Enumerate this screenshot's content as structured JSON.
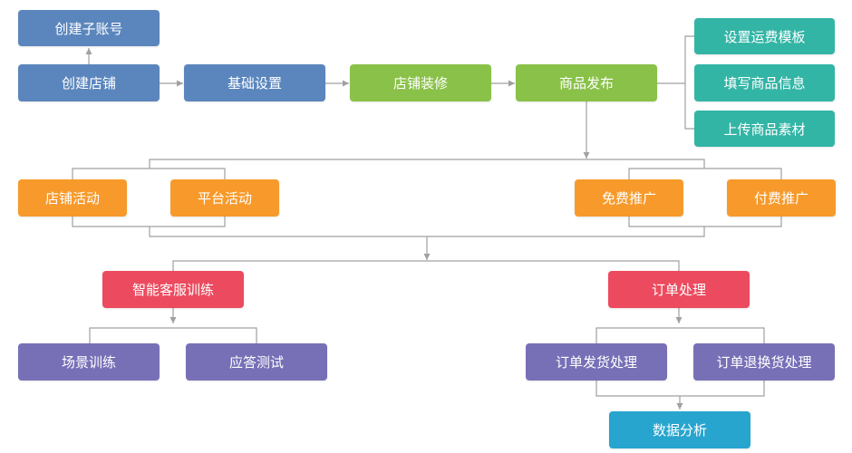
{
  "diagram": {
    "colors": {
      "setup": "#5b86bd",
      "decoration": "#8ac149",
      "product_tasks": "#33b5a6",
      "promotion": "#f79a2b",
      "core_task": "#ec4b5f",
      "sub_task": "#7770b7",
      "result": "#27a5cf",
      "connector": "#a0a0a0"
    },
    "nodes": {
      "create_sub_account": "创建子账号",
      "create_shop": "创建店铺",
      "basic_settings": "基础设置",
      "shop_decoration": "店铺装修",
      "product_publish": "商品发布",
      "set_shipping_template": "设置运费模板",
      "fill_product_info": "填写商品信息",
      "upload_product_material": "上传商品素材",
      "shop_activity": "店铺活动",
      "platform_activity": "平台活动",
      "free_promotion": "免费推广",
      "paid_promotion": "付费推广",
      "smart_cs_training": "智能客服训练",
      "order_processing": "订单处理",
      "scenario_training": "场景训练",
      "response_test": "应答测试",
      "order_shipping": "订单发货处理",
      "order_return_exchange": "订单退换货处理",
      "data_analysis": "数据分析"
    }
  }
}
